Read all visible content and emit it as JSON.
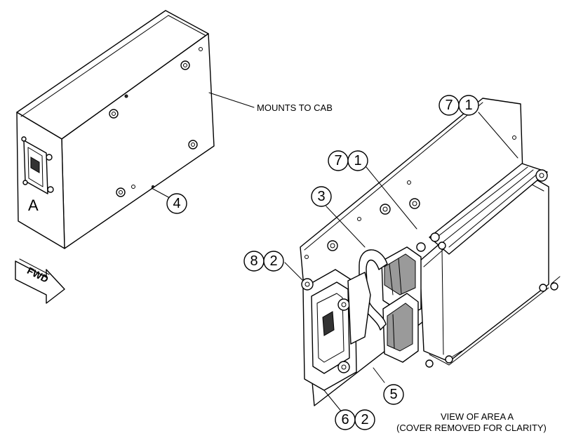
{
  "labels": {
    "mounts_to_cab": "MOUNTS TO CAB",
    "area_letter": "A",
    "fwd": "FWD",
    "view_title": "VIEW OF AREA A",
    "view_subtitle": "(COVER REMOVED FOR CLARITY)"
  },
  "callouts": {
    "c4": "4",
    "c71_top_a": "7",
    "c71_top_b": "1",
    "c71_mid_a": "7",
    "c71_mid_b": "1",
    "c3": "3",
    "c82_a": "8",
    "c82_b": "2",
    "c5": "5",
    "c62_a": "6",
    "c62_b": "2"
  }
}
